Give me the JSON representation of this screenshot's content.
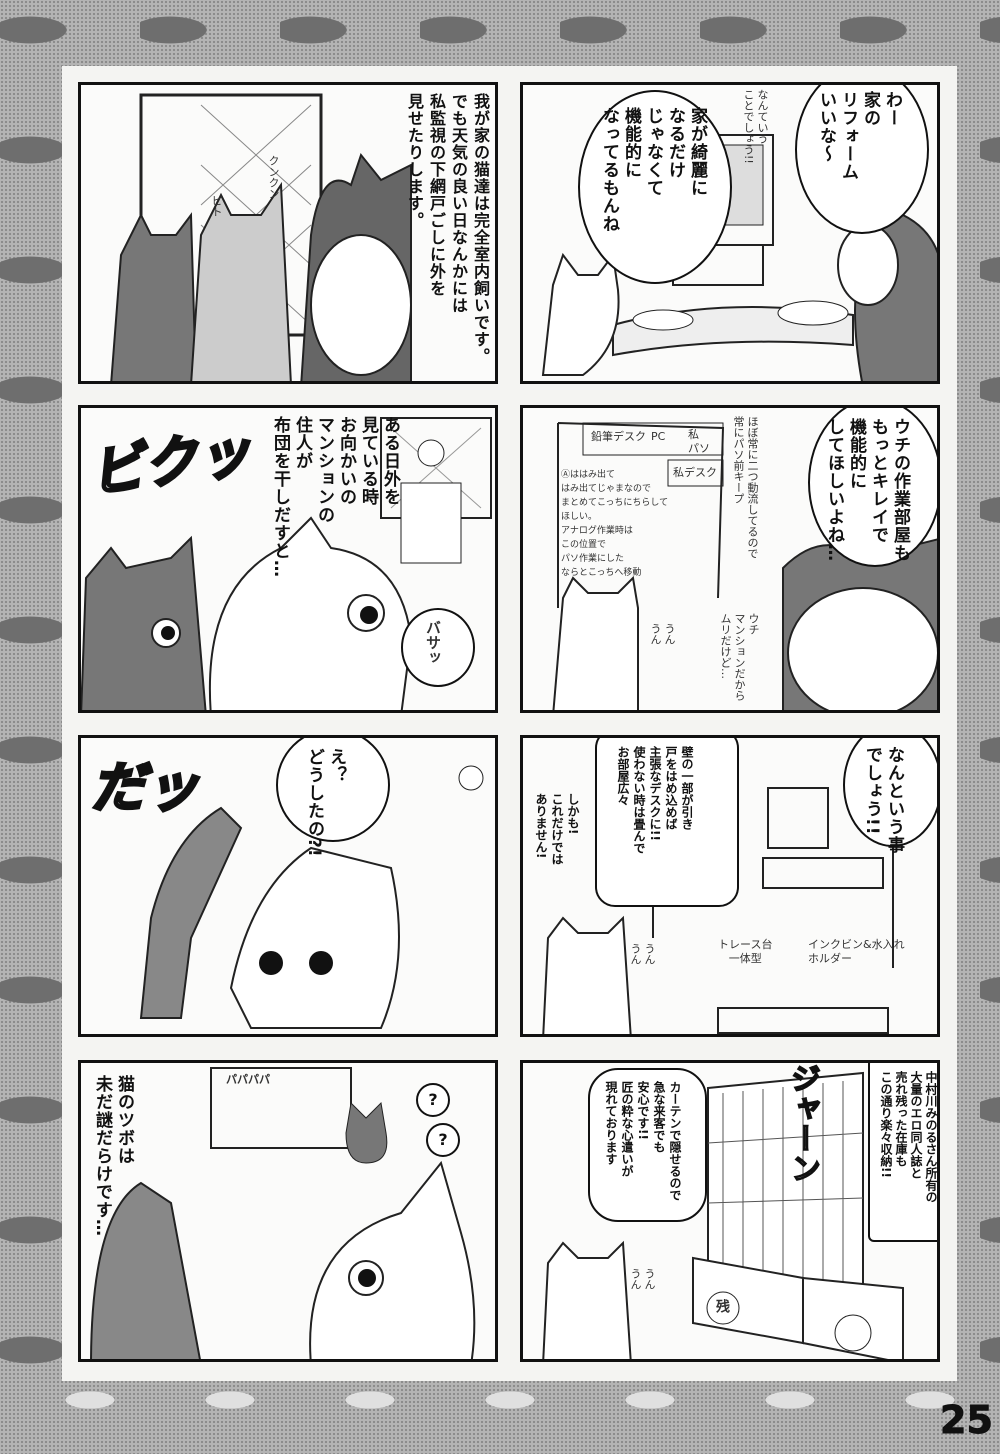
{
  "panels": {
    "p1": {
      "speech_a": "わー\n家の\nリフォーム\nいいな～",
      "speech_b": "家が綺麗に\nなるだけ\nじゃなくて\n機能的に\nなってるもんね",
      "tv_caption": "なんていう\nことでしょう!!"
    },
    "p2": {
      "narration": "我が家の猫達は完全室内飼いです。\nでも天気の良い日なんかには\n私監視の下網戸ごしに外を\n見せたりします。",
      "sfx_a": "ピト",
      "sfx_b": "クンクン"
    },
    "p3": {
      "speech": "ウチの作業部屋も\nもっとキレイで\n機能的に\nしてほしいよね…",
      "aside": "ウチ\nマンションだから\nムリだけど…",
      "cat_reply": "うん\nうん",
      "note_labels": [
        "鉛筆デスク",
        "PC",
        "私\nパソ",
        "私デスク"
      ],
      "note_memo": "ほぼ常に二つ動流してるので\n常にパソ前キープ",
      "note_lines": [
        "Ⓐははみ出て",
        "はみ出てじゃまなので",
        "まとめてこっちにちらして",
        "ほしい。",
        "アナログ作業時は",
        "この位置で",
        "パソ作業にした",
        "ならとこっちへ移動"
      ]
    },
    "p4": {
      "narration": "ある日外を\n見ている時\nお向かいの\nマンションの\n住人が\n布団を干しだすと…",
      "sfx_big": "ビクッ",
      "sfx_small": "バサッ"
    },
    "p5": {
      "speech_a": "なんという事\nでしょう!!",
      "speech_b": "壁の一部が引き\n戸をはめ込めば\n主張なデスクに!!\n使わない時は畳んで\nお部屋広々",
      "speech_c": "しかも!\nこれだけでは\nありません!",
      "label_a": "トレース台\n一体型",
      "label_b": "インクビン&水入れ\nホルダー",
      "cat_reply": "うん\nうん"
    },
    "p6": {
      "speech": "え？\nどうしたの?!",
      "sfx": "だッ"
    },
    "p7": {
      "narration": "中村川みのるさん所有の\n大量のエロ同人誌と\n売れ残った在庫も\nこの通り楽々収納!!",
      "speech": "カーテンで隠せるので\n急な来客でも\n安心です!!\n匠の粋な心遣いが\n現れております",
      "sfx": "ジャーン",
      "box_label": "残",
      "cat_reply": "うん\nうん"
    },
    "p8": {
      "narration": "猫のツボは\n未だ謎だらけです…",
      "sfx": "パパパパ",
      "question": "?"
    }
  },
  "page_number": "25"
}
